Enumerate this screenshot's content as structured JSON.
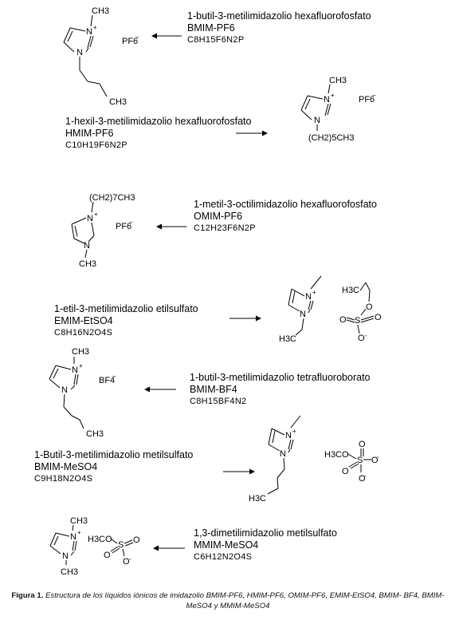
{
  "compounds": [
    {
      "name": "1-butil-3-metilimidazolio  hexafluorofosfato",
      "abbr": "BMIM-PF6",
      "formula": "C8H15F6N2P",
      "anion": "PF6",
      "anion_charge": "−",
      "cation_substituent": "CH3",
      "chain_label": "CH3"
    },
    {
      "name": "1-hexil-3-metilimidazolio  hexafluorofosfato",
      "abbr": "HMIM-PF6",
      "formula": "C10H19F6N2P",
      "anion": "PF6",
      "anion_charge": "−",
      "cation_substituent": "CH3",
      "chain_label": "(CH2)5CH3"
    },
    {
      "name": "1-metil-3-octilimidazolio  hexafluorofosfato",
      "abbr": "OMIM-PF6",
      "formula": "C12H23F6N2P",
      "anion": "PF6",
      "anion_charge": "−",
      "cation_substituent": "(CH2)7CH3",
      "chain_label": "CH3"
    },
    {
      "name": "1-etil-3-metilimidazolio etilsulfato",
      "abbr": "EMIM-EtSO4",
      "formula": "C8H16N2O4S",
      "anion": "H3C",
      "cation_substituent": "",
      "chain_label": "H3C"
    },
    {
      "name": "1-butil-3-metilimidazolio tetrafluoroborato",
      "abbr": "BMIM-BF4",
      "formula": "C8H15BF4N2",
      "anion": "BF4",
      "anion_charge": "−",
      "cation_substituent": "",
      "chain_label": "CH3"
    },
    {
      "name": "1-Butil-3-metilimidazolio metilsulfato",
      "abbr": "BMIM-MeSO4",
      "formula": "C9H18N2O4S",
      "anion": "H3CO",
      "cation_substituent": "",
      "chain_label": "H3C"
    },
    {
      "name": "1,3-dimetilimidazolio metilsulfato",
      "abbr": "MMIM-MeSO4",
      "formula": "C6H12N2O4S",
      "anion": "H3CO",
      "cation_substituent": "",
      "chain_label": "CH3"
    }
  ],
  "atoms": {
    "n": "N",
    "plus": "+",
    "s": "S",
    "o": "O",
    "minus": "-"
  },
  "caption": {
    "label": "Figura 1.",
    "text": "Estructura de los líquidos iónicos de imidazolio BMIM-PF6, HMIM-PF6, OMIM-PF6, EMIM-EtSO4, BMIM- BF4, BMIM-MeSO4 y MMIM-MeSO4"
  }
}
